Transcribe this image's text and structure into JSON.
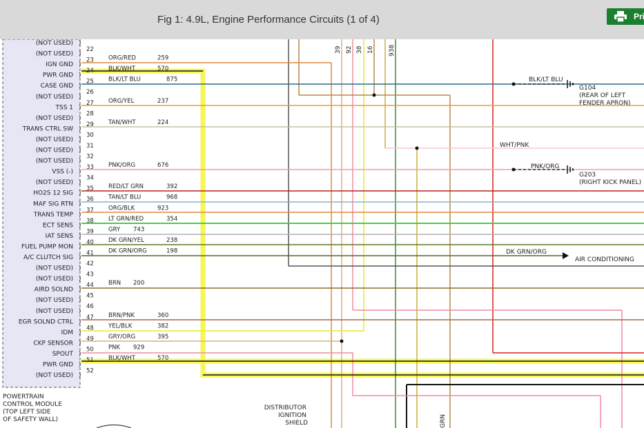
{
  "header": {
    "title": "Fig 1: 4.9L, Engine Performance Circuits (1 of 4)",
    "print_label": "Pri",
    "accent": "#1a7f2e"
  },
  "module": {
    "name_lines": [
      "POWERTRAIN",
      "CONTROL MODULE",
      "(TOP LEFT SIDE",
      "OF SAFETY WALL)"
    ],
    "pins": [
      {
        "label": "(NOT USED)",
        "pin": "22",
        "wire": "",
        "circuit": ""
      },
      {
        "label": "(NOT USED)",
        "pin": "23",
        "wire": "ORG/RED",
        "circuit": "259"
      },
      {
        "label": "IGN GND",
        "pin": "24",
        "wire": "BLK/WHT",
        "circuit": "570"
      },
      {
        "label": "PWR GND",
        "pin": "25",
        "wire": "BLK/LT BLU",
        "circuit": "875"
      },
      {
        "label": "CASE GND",
        "pin": "26",
        "wire": "",
        "circuit": ""
      },
      {
        "label": "(NOT USED)",
        "pin": "27",
        "wire": "ORG/YEL",
        "circuit": "237"
      },
      {
        "label": "TSS 1",
        "pin": "28",
        "wire": "",
        "circuit": ""
      },
      {
        "label": "(NOT USED)",
        "pin": "29",
        "wire": "TAN/WHT",
        "circuit": "224"
      },
      {
        "label": "TRANS CTRL SW",
        "pin": "30",
        "wire": "",
        "circuit": ""
      },
      {
        "label": "(NOT USED)",
        "pin": "31",
        "wire": "",
        "circuit": ""
      },
      {
        "label": "(NOT USED)",
        "pin": "32",
        "wire": "",
        "circuit": ""
      },
      {
        "label": "(NOT USED)",
        "pin": "33",
        "wire": "PNK/ORG",
        "circuit": "676"
      },
      {
        "label": "VSS (-)",
        "pin": "34",
        "wire": "",
        "circuit": ""
      },
      {
        "label": "(NOT USED)",
        "pin": "35",
        "wire": "RED/LT GRN",
        "circuit": "392"
      },
      {
        "label": "HO2S 12 SIG",
        "pin": "36",
        "wire": "TAN/LT BLU",
        "circuit": "968"
      },
      {
        "label": "MAF SIG RTN",
        "pin": "37",
        "wire": "ORG/BLK",
        "circuit": "923"
      },
      {
        "label": "TRANS TEMP",
        "pin": "38",
        "wire": "LT GRN/RED",
        "circuit": "354"
      },
      {
        "label": "ECT SENS",
        "pin": "39",
        "wire": "GRY",
        "circuit": "743"
      },
      {
        "label": "IAT SENS",
        "pin": "40",
        "wire": "DK GRN/YEL",
        "circuit": "238"
      },
      {
        "label": "FUEL PUMP MON",
        "pin": "41",
        "wire": "DK GRN/ORG",
        "circuit": "198"
      },
      {
        "label": "A/C CLUTCH SIG",
        "pin": "42",
        "wire": "",
        "circuit": ""
      },
      {
        "label": "(NOT USED)",
        "pin": "43",
        "wire": "",
        "circuit": ""
      },
      {
        "label": "(NOT USED)",
        "pin": "44",
        "wire": "BRN",
        "circuit": "200"
      },
      {
        "label": "AIRD SOLND",
        "pin": "45",
        "wire": "",
        "circuit": ""
      },
      {
        "label": "(NOT USED)",
        "pin": "46",
        "wire": "",
        "circuit": ""
      },
      {
        "label": "(NOT USED)",
        "pin": "47",
        "wire": "BRN/PNK",
        "circuit": "360"
      },
      {
        "label": "EGR SOLND CTRL",
        "pin": "48",
        "wire": "YEL/BLK",
        "circuit": "382"
      },
      {
        "label": "IDM",
        "pin": "49",
        "wire": "GRY/ORG",
        "circuit": "395"
      },
      {
        "label": "CKP SENSOR",
        "pin": "50",
        "wire": "PNK",
        "circuit": "929"
      },
      {
        "label": "SPOUT",
        "pin": "51",
        "wire": "BLK/WHT",
        "circuit": "570"
      },
      {
        "label": "PWR GND",
        "pin": "52",
        "wire": "",
        "circuit": ""
      },
      {
        "label": "(NOT USED)",
        "pin": "",
        "wire": "",
        "circuit": ""
      }
    ]
  },
  "right_labels": {
    "blk_lt_blu": "BLK/LT BLU",
    "g104": "G104",
    "g104_loc1": "(REAR OF LEFT",
    "g104_loc2": "FENDER APRON)",
    "wht_pnk": "WHT/PNK",
    "pnk_org": "PNK/ORG",
    "g203": "G203",
    "g203_loc": "(RIGHT KICK PANEL)",
    "dk_grn_org": "DK GRN/ORG",
    "air_conditioning": "AIR CONDITIONING"
  },
  "vertical_labels": [
    "39",
    "92",
    "38",
    "16",
    "938"
  ],
  "bottom_labels": {
    "dist1": "DISTRIBUTOR",
    "dist2": "IGNITION",
    "dist3": "SHIELD",
    "grn": "GRN"
  },
  "colors": {
    "highlight": "#f5f542",
    "module_fill": "#e6e6f5"
  }
}
